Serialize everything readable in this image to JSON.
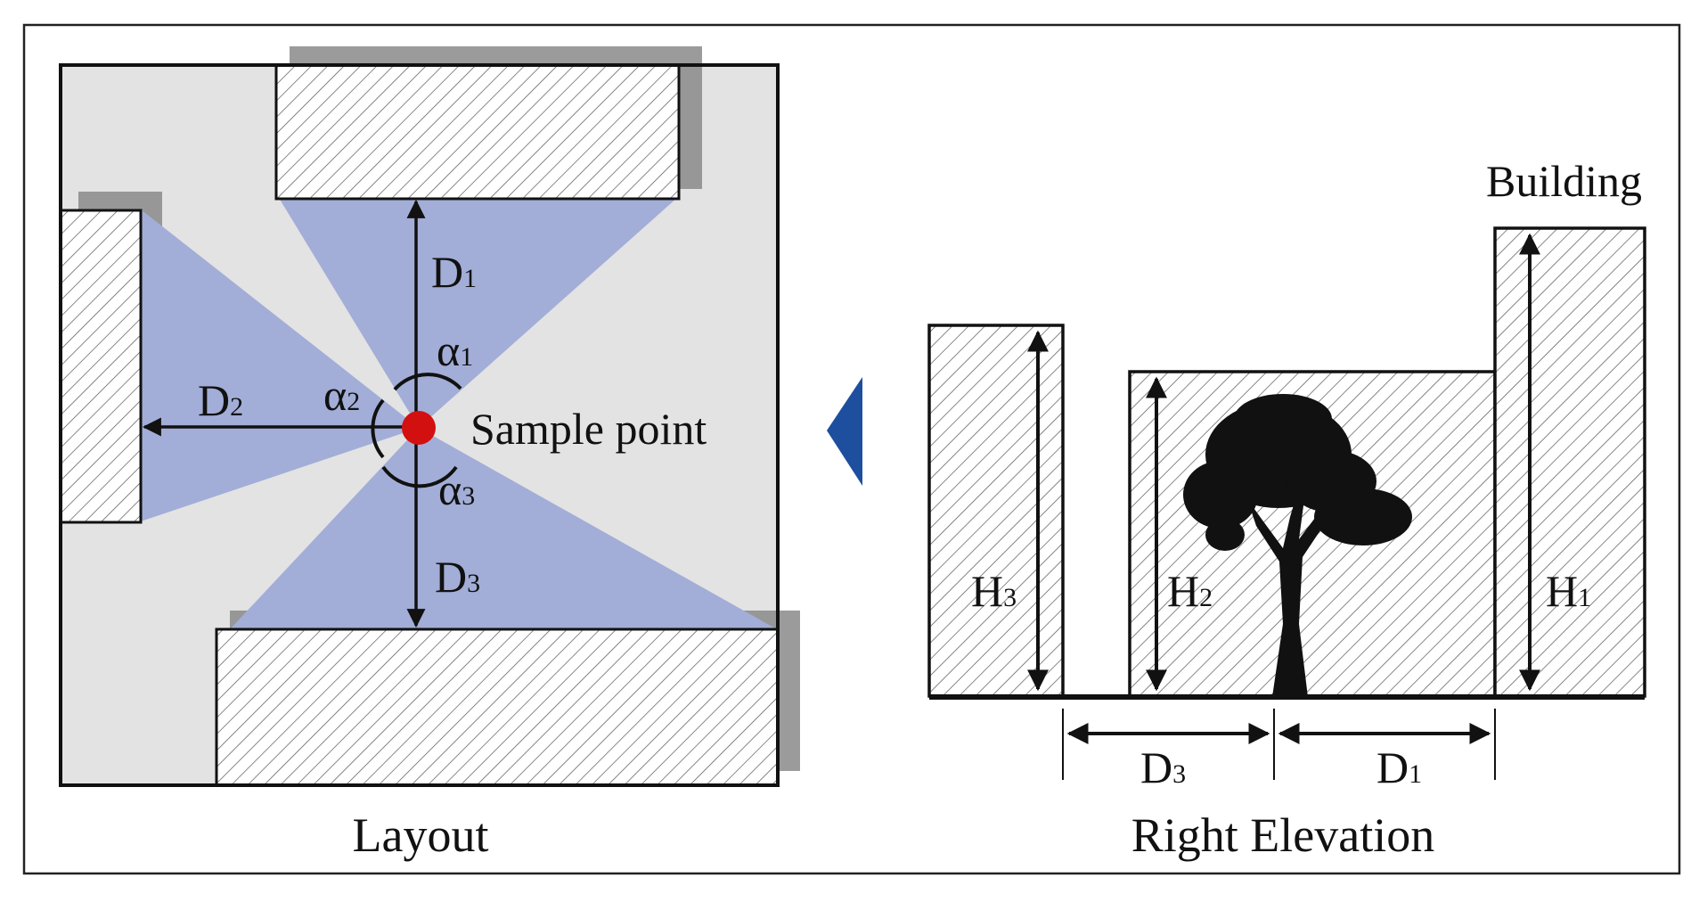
{
  "layout": {
    "caption": "Layout",
    "sample_point_label": "Sample point",
    "distances": [
      {
        "main": "D",
        "sub": "1"
      },
      {
        "main": "D",
        "sub": "2"
      },
      {
        "main": "D",
        "sub": "3"
      }
    ],
    "angles": [
      {
        "main": "α",
        "sub": "1"
      },
      {
        "main": "α",
        "sub": "2"
      },
      {
        "main": "α",
        "sub": "3"
      }
    ]
  },
  "elevation": {
    "caption": "Right Elevation",
    "building_label": "Building",
    "heights": [
      {
        "main": "H",
        "sub": "1"
      },
      {
        "main": "H",
        "sub": "2"
      },
      {
        "main": "H",
        "sub": "3"
      }
    ],
    "distances": [
      {
        "main": "D",
        "sub": "3"
      },
      {
        "main": "D",
        "sub": "1"
      }
    ]
  },
  "colors": {
    "background_fill": "#e3e3e3",
    "view_cone": "#a2aed7",
    "sample_point": "#d21010",
    "arrow_marker": "#1d4f9e",
    "shadow": "#8a8a8a",
    "outline": "#111111"
  }
}
